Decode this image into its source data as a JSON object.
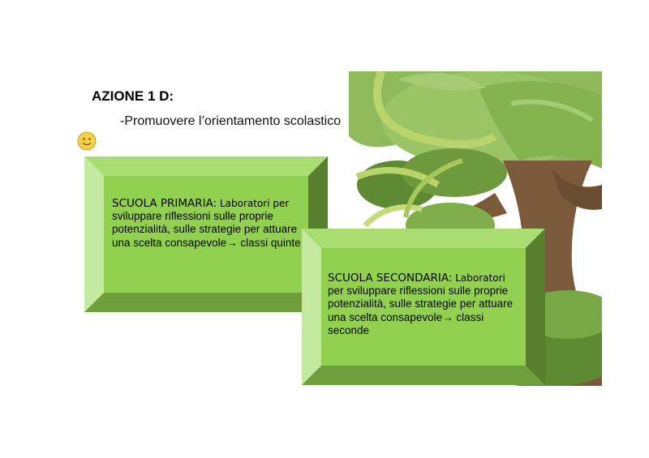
{
  "heading": {
    "title": "AZIONE 1 D:",
    "subtitle": "-Promuovere l’orientamento scolastico"
  },
  "icons": {
    "smiley": "smiley-face-icon",
    "tree": "tree-illustration"
  },
  "boxes": [
    {
      "label": "SCUOLA PRIMARIA:",
      "lead": " Laboratori per",
      "text": "sviluppare riflessioni sulle proprie potenzialità, sulle strategie per attuare una scelta consapevole→ classi quinte"
    },
    {
      "label": "SCUOLA SECONDARIA:",
      "lead": " Laboratori",
      "text": "per sviluppare riflessioni sulle proprie potenzialità, sulle strategie per attuare una scelta consapevole→ classi seconde"
    }
  ],
  "colors": {
    "face": "#92d050",
    "bevel_top": "#a9dd72",
    "bevel_left": "#c3e8a0",
    "bevel_right": "#577f2e",
    "bevel_bottom": "#6f9e3c",
    "tree_leaf_light": "#8fb95a",
    "tree_leaf_dark": "#5d8a32",
    "tree_trunk": "#7a5a3a"
  }
}
